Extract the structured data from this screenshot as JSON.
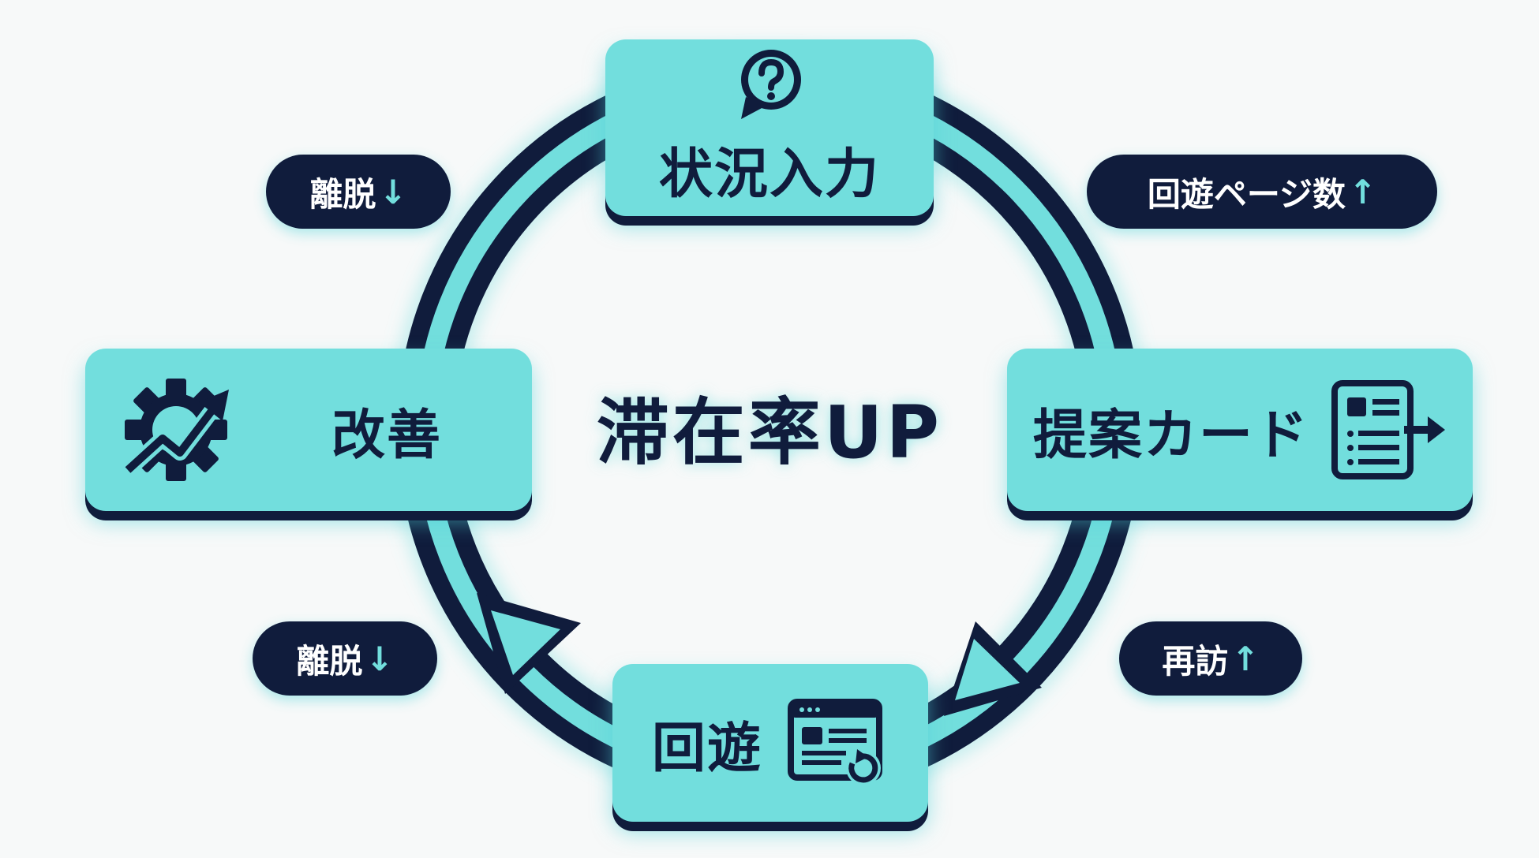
{
  "center_title": "滞在率UP",
  "nodes": {
    "input": {
      "label": "状況入力",
      "icon": "question-bubble-icon"
    },
    "proposal": {
      "label": "提案カード",
      "icon": "card-list-arrow-icon"
    },
    "browse": {
      "label": "回遊",
      "icon": "browser-refresh-icon"
    },
    "improve": {
      "label": "改善",
      "icon": "gear-growth-icon"
    }
  },
  "pills": {
    "top_left": {
      "label": "離脱",
      "arrow": "↓"
    },
    "top_right": {
      "label": "回遊ページ数",
      "arrow": "↑"
    },
    "bottom_left": {
      "label": "離脱",
      "arrow": "↓"
    },
    "bottom_right": {
      "label": "再訪",
      "arrow": "↑"
    }
  },
  "colors": {
    "accent": "#72dedd",
    "navy": "#101c3c",
    "background": "#f7f9f9"
  }
}
